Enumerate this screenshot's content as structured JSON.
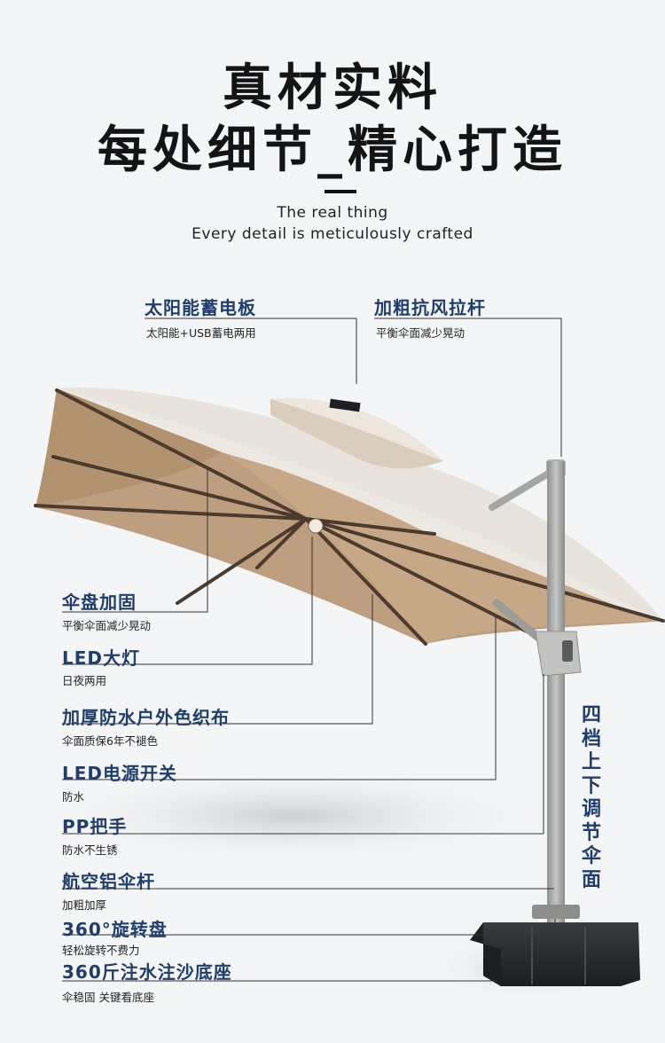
{
  "header": {
    "title_line1": "真材实料",
    "title_line2": "每处细节_精心打造",
    "subtitle_line1": "The real thing",
    "subtitle_line2": "Every detail is meticulously crafted"
  },
  "features": [
    {
      "label": "太阳能蓄电板",
      "desc": "太阳能+USB蓄电两用"
    },
    {
      "label": "加粗抗风拉杆",
      "desc": "平衡伞面减少晃动"
    },
    {
      "label": "伞盘加固",
      "desc": "平衡伞面减少晃动"
    },
    {
      "label": "LED大灯",
      "desc": "日夜两用"
    },
    {
      "label": "加厚防水户外色织布",
      "desc": "伞面质保6年不褪色"
    },
    {
      "label": "LED电源开关",
      "desc": "防水"
    },
    {
      "label": "PP把手",
      "desc": "防水不生锈"
    },
    {
      "label": "航空铝伞杆",
      "desc": "加粗加厚"
    },
    {
      "label": "360°旋转盘",
      "desc": "轻松旋转不费力"
    },
    {
      "label": "360斤注水注沙底座",
      "desc": "伞稳固 关键看底座"
    }
  ],
  "vertical_note": "四档上下调节伞面",
  "colors": {
    "background": "#f4f5f7",
    "label": "#1f3d6e",
    "canopy_top": "#ece8e2",
    "canopy_under": "#bd9e7f",
    "pole": "#a8a9a7",
    "base": "#2a2b2d"
  }
}
